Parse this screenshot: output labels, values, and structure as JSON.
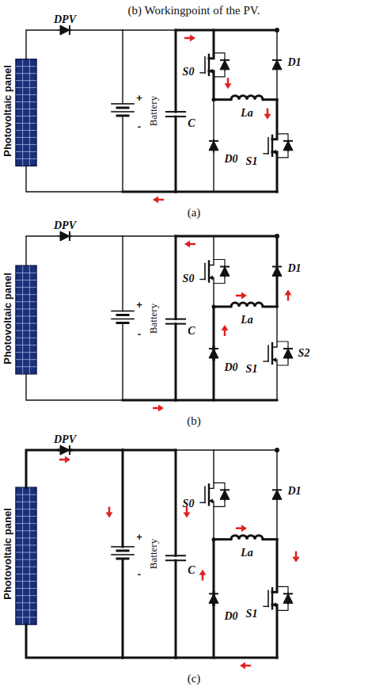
{
  "diagram": {
    "title": "(b) Workingpoint of the PV.",
    "labels": [
      "Photovoltaic panel",
      "DPV",
      "+",
      "-",
      "Battery",
      "C",
      "S0",
      "D1",
      "La",
      "D0",
      "S1",
      "(a)",
      "Photovoltaic panel",
      "DPV",
      "+",
      "-",
      "Battery",
      "C",
      "S0",
      "D1",
      "La",
      "D0",
      "S1",
      "S2",
      "(b)",
      "Photovoltaic panel",
      "DPV",
      "+",
      "-",
      "Battery",
      "C",
      "S0",
      "D1",
      "La",
      "D0",
      "S1",
      "(c)"
    ]
  }
}
